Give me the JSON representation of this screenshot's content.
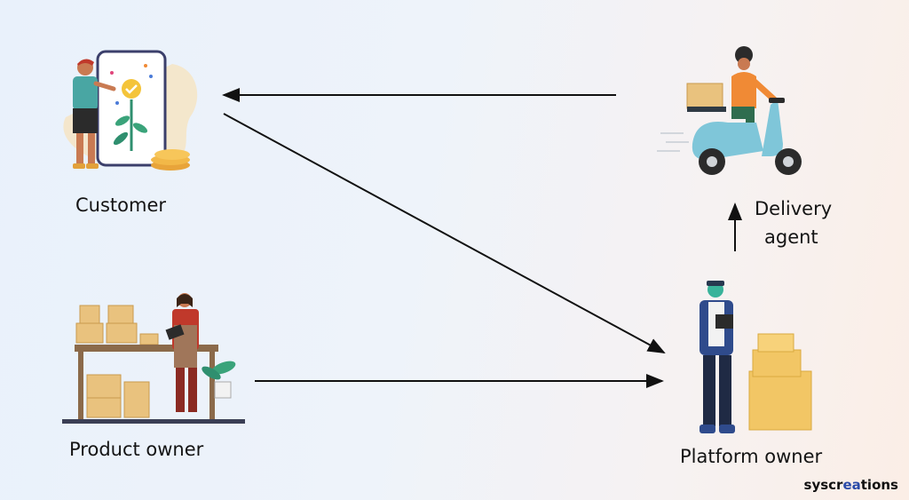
{
  "nodes": {
    "customer": {
      "label": "Customer"
    },
    "delivery_agent": {
      "label_line1": "Delivery",
      "label_line2": "agent"
    },
    "product_owner": {
      "label": "Product owner"
    },
    "platform_owner": {
      "label": "Platform owner"
    }
  },
  "brand": {
    "prefix": "syscr",
    "accent": "ea",
    "suffix": "tions"
  },
  "colors": {
    "arrow": "#111111",
    "box": "#e9c27e",
    "scooter": "#7fc6d9",
    "shirt_orange": "#f08a35",
    "brand_accent": "#2a4aa8"
  },
  "icons": [
    "customer-illustration",
    "delivery-scooter-illustration",
    "product-owner-illustration",
    "platform-owner-illustration"
  ]
}
